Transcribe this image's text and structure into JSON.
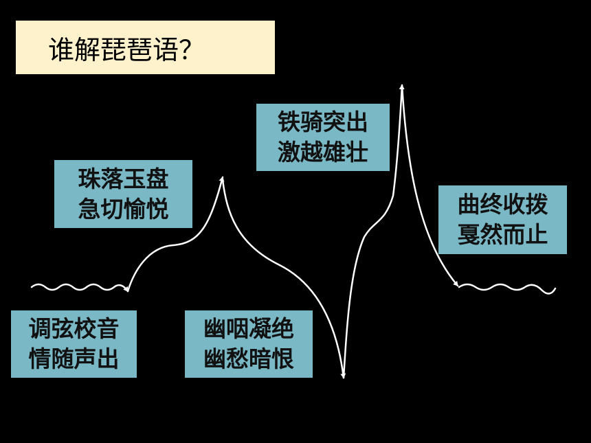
{
  "title": "谁解琵琶语？",
  "colors": {
    "background": "#000000",
    "title_box": "#FEF2CC",
    "stage_box": "#7AB8C6",
    "curve": "#FFFFFF"
  },
  "stages": [
    {
      "line1": "调弦校音",
      "line2": "情随声出"
    },
    {
      "line1": "珠落玉盘",
      "line2": "急切愉悦"
    },
    {
      "line1": "幽咽凝绝",
      "line2": "幽愁暗恨"
    },
    {
      "line1": "铁骑突出",
      "line2": "激越雄壮"
    },
    {
      "line1": "曲终收拨",
      "line2": "戛然而止"
    }
  ]
}
